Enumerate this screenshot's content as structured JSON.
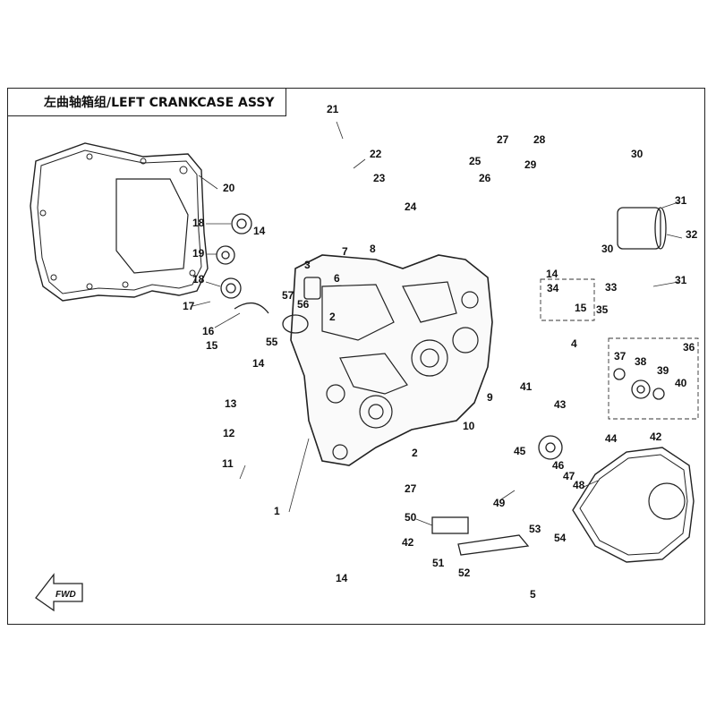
{
  "title": "左曲轴箱组/LEFT CRANKCASE ASSY",
  "fwd_label": "FWD",
  "callouts": [
    "1",
    "2",
    "2",
    "3",
    "4",
    "5",
    "6",
    "7",
    "8",
    "9",
    "10",
    "11",
    "12",
    "13",
    "14",
    "14",
    "14",
    "14",
    "15",
    "15",
    "16",
    "17",
    "18",
    "18",
    "19",
    "20",
    "21",
    "22",
    "23",
    "24",
    "25",
    "26",
    "27",
    "27",
    "28",
    "29",
    "30",
    "30",
    "31",
    "31",
    "32",
    "33",
    "34",
    "35",
    "36",
    "37",
    "38",
    "39",
    "40",
    "41",
    "42",
    "42",
    "43",
    "44",
    "45",
    "46",
    "47",
    "48",
    "49",
    "50",
    "51",
    "52",
    "53",
    "54",
    "55",
    "56",
    "57"
  ]
}
